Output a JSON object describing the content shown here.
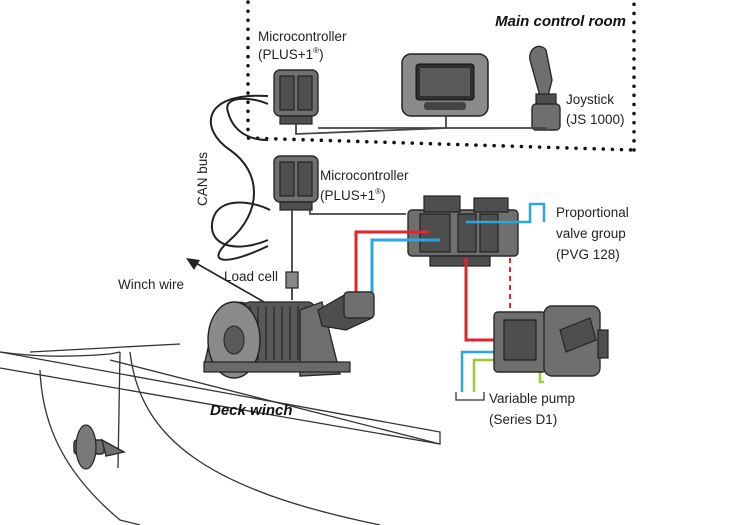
{
  "room": {
    "title": "Main control room"
  },
  "mc_top": {
    "line1": "Microcontroller",
    "line2": "(PLUS+1",
    "reg": "®",
    "close": ")"
  },
  "mc_mid": {
    "line1": "Microcontroller",
    "line2": "(PLUS+1",
    "reg": "®",
    "close": ")"
  },
  "joystick": {
    "line1": "Joystick",
    "line2": "(JS 1000)"
  },
  "can_bus": {
    "label": "CAN bus"
  },
  "valve": {
    "line1": "Proportional",
    "line2": "valve group",
    "line3": "(PVG 128)"
  },
  "winch_wire": {
    "label": "Winch wire"
  },
  "load_cell": {
    "label": "Load cell"
  },
  "deck_winch": {
    "label": "Deck winch"
  },
  "pump": {
    "line1": "Variable pump",
    "line2": "(Series D1)"
  },
  "colors": {
    "pressure": "#e0252b",
    "return": "#2aa7e0",
    "pilot": "#9acd32",
    "device": "#6f6f6f"
  }
}
